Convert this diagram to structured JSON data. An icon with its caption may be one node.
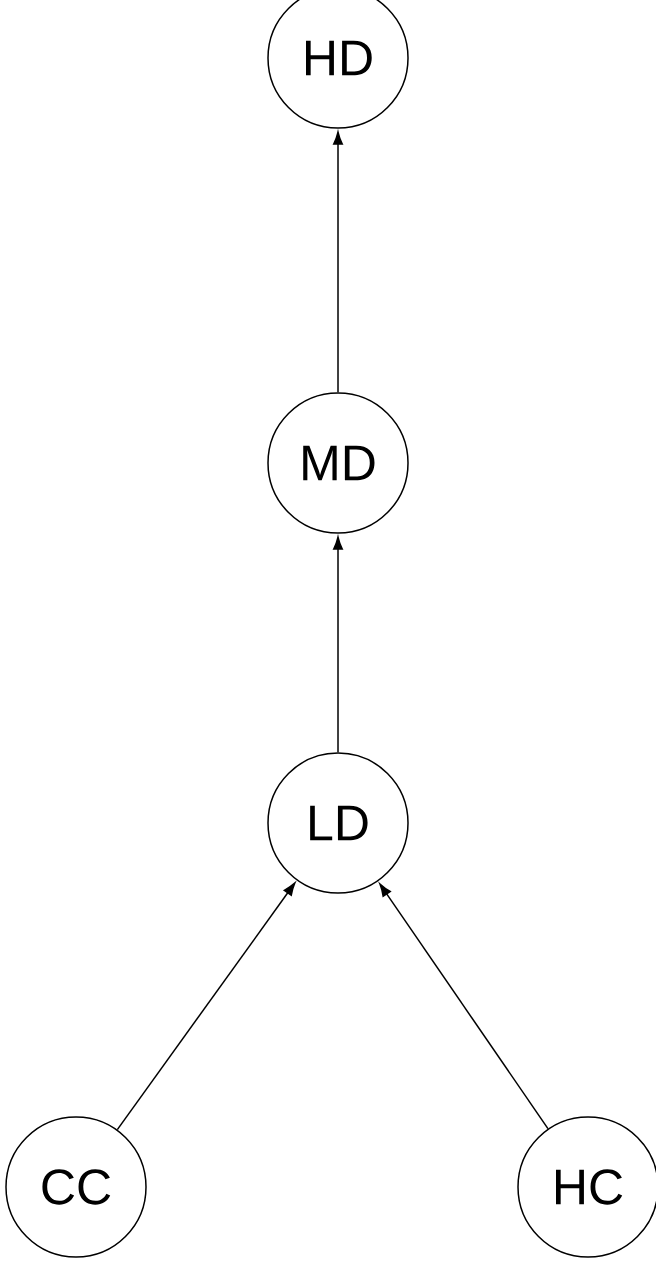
{
  "diagram": {
    "nodes": [
      {
        "text": [
          "HD"
        ]
      },
      {
        "text": [
          "MD"
        ]
      },
      {
        "text": [
          "LD"
        ]
      },
      {
        "text": [
          "CC"
        ]
      },
      {
        "text": [
          "HC"
        ]
      }
    ],
    "edges": [
      {
        "from": 3,
        "to": 2,
        "arrow": "to"
      },
      {
        "from": 4,
        "to": 2,
        "arrow": "to"
      },
      {
        "from": 2,
        "to": 1,
        "arrow": "to"
      },
      {
        "from": 1,
        "to": 0,
        "arrow": "to"
      }
    ]
  }
}
